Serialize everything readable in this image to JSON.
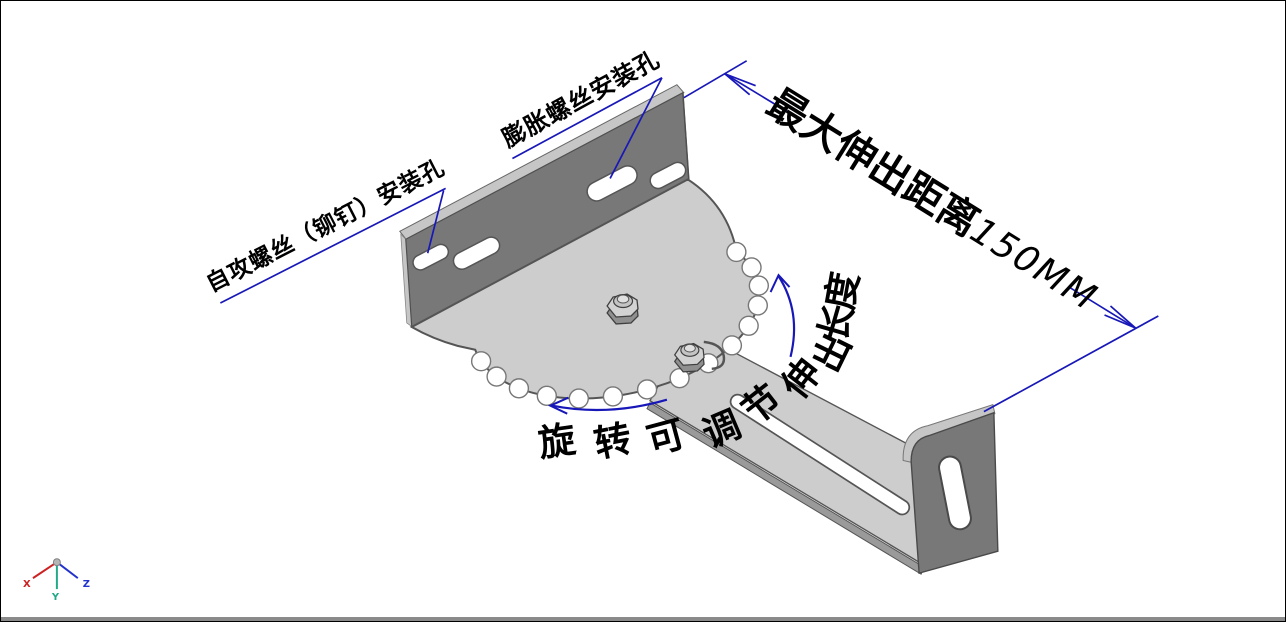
{
  "scene": {
    "type": "cad-isometric-view",
    "part": "adjustable wall-mount bracket"
  },
  "labels": {
    "self_tapping": "自攻螺丝（铆钉）安装孔",
    "expansion": "膨胀螺丝安装孔",
    "max_extend_prefix": "最大伸出距离",
    "max_extend_value": "150MM",
    "rotate_adjust": "旋转可调节伸出长度"
  },
  "axis_triad": {
    "x_label": "X",
    "y_label": "Y",
    "z_label": "Z"
  },
  "colors": {
    "annotation_blue": "#1818b8",
    "part_face_dark": "#787878",
    "part_face_light": "#cdcdcd",
    "part_edge": "#4f4f4f",
    "edge_highlight": "#c6c6c6",
    "axis_x": "#cc2222",
    "axis_y": "#22aa88",
    "axis_z": "#2233cc",
    "background": "#ffffff"
  }
}
